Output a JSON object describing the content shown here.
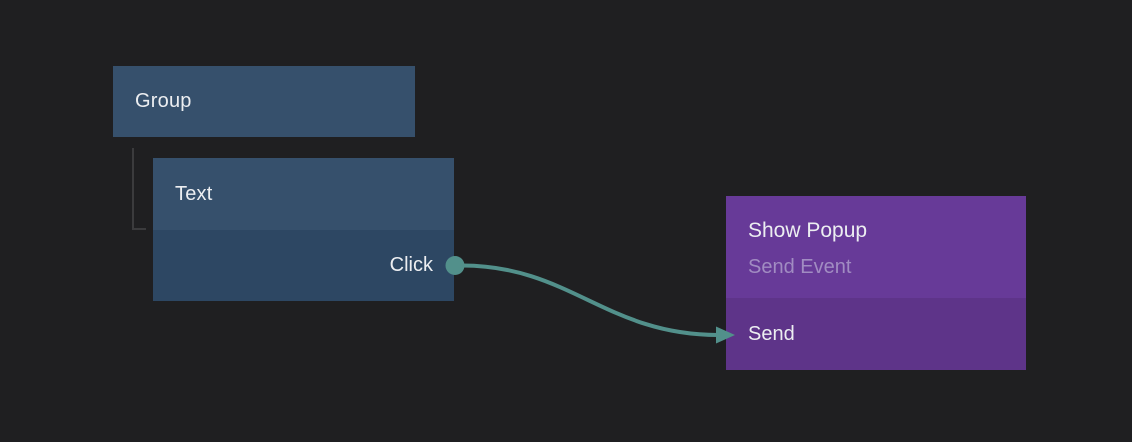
{
  "colors": {
    "bg": "#1f1f21",
    "blue-node": "#36506c",
    "blue-node-body": "#2d4763",
    "purple-node": "#673a98",
    "purple-node-body": "#5e3489",
    "teal": "#52908b",
    "tree-line": "#3b3b3d",
    "text-light": "#eceef1",
    "text-muted-purple": "#a18cc2"
  },
  "nodes": {
    "group": {
      "title": "Group"
    },
    "text": {
      "title": "Text",
      "output_port": "Click"
    },
    "show_popup": {
      "title": "Show Popup",
      "subtitle": "Send Event",
      "input_port": "Send"
    }
  },
  "connection": {
    "from_port": "Click",
    "to_port": "Send"
  }
}
